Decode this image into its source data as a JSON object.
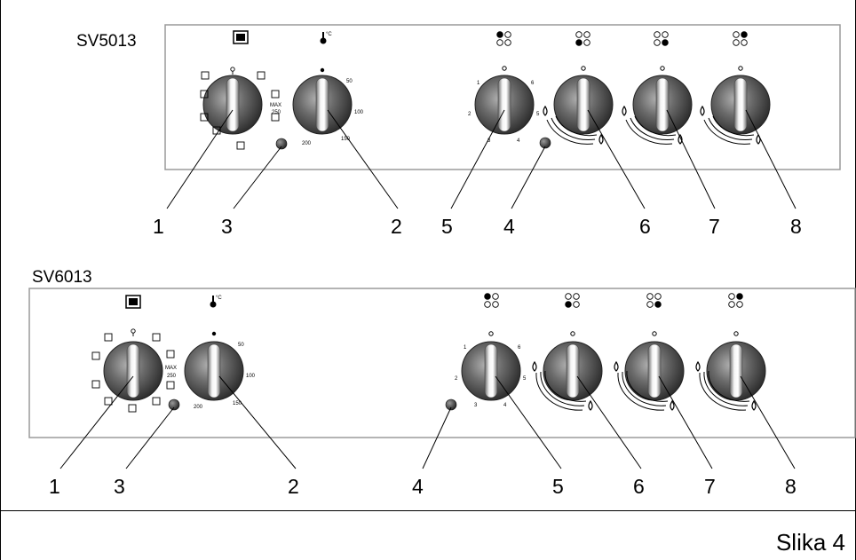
{
  "caption": "Slika 4",
  "panel_top": {
    "model": "SV5013",
    "callouts": [
      "1",
      "3",
      "2",
      "5",
      "4",
      "6",
      "7",
      "8"
    ],
    "scale_labels": {
      "temp_unit": "°C",
      "max": "MAX",
      "v250": "250",
      "v50": "50",
      "v100": "100",
      "v150": "150",
      "v200": "200",
      "s1": "1",
      "s2": "2",
      "s3": "3",
      "s4": "4",
      "s5": "5",
      "s6": "6"
    }
  },
  "panel_bottom": {
    "model": "SV6013",
    "callouts": [
      "1",
      "3",
      "2",
      "4",
      "5",
      "6",
      "7",
      "8"
    ],
    "scale_labels": {
      "temp_unit": "°C",
      "max": "MAX",
      "v250": "250",
      "v50": "50",
      "v100": "100",
      "v150": "150",
      "v200": "200",
      "s1": "1",
      "s2": "2",
      "s3": "3",
      "s4": "4",
      "s5": "5",
      "s6": "6"
    }
  },
  "colors": {
    "line": "#000000",
    "panel_border": "#9a9a9a",
    "knob_dark": "#3a3a3a",
    "knob_light": "#f2f2f2"
  }
}
